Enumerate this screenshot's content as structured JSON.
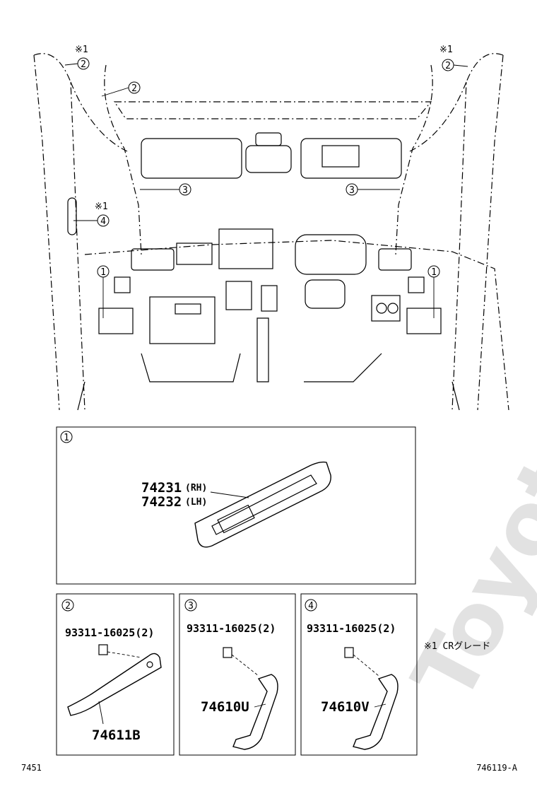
{
  "watermark": "ToyotaCarMe.ru",
  "overview": {
    "callouts": {
      "c1": "1",
      "c2": "2",
      "c3": "3",
      "c4": "4"
    },
    "note_mark": "※1"
  },
  "panel1": {
    "index": "1",
    "part_rh": "74231",
    "part_rh_side": "(RH)",
    "part_lh": "74232",
    "part_lh_side": "(LH)"
  },
  "panel2": {
    "index": "2",
    "screw": "93311-16025(2)",
    "part": "74611B"
  },
  "panel3": {
    "index": "3",
    "screw": "93311-16025(2)",
    "part": "74610U"
  },
  "panel4": {
    "index": "4",
    "screw": "93311-16025(2)",
    "part": "74610V"
  },
  "note": "※1 CRグレード",
  "footer": {
    "left": "7451",
    "right": "746119-A"
  }
}
